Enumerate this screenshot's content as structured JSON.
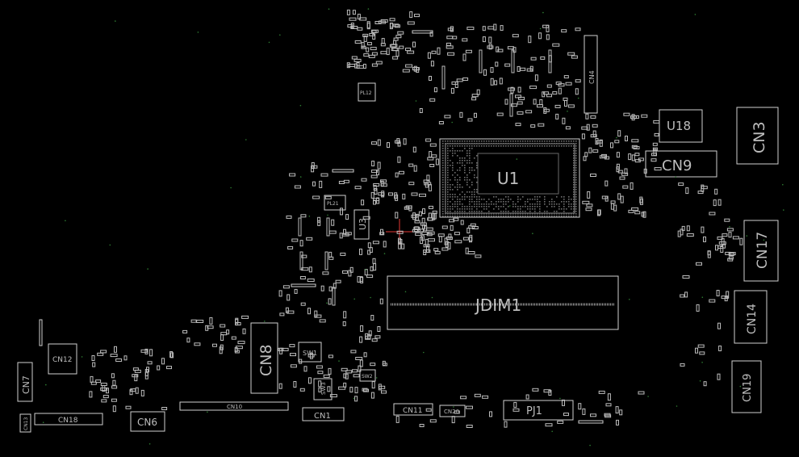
{
  "labels": {
    "u1": "U1",
    "jdim1": "JDIM1",
    "u18": "U18",
    "cn9": "CN9",
    "cn3": "CN3",
    "cn17": "CN17",
    "cn14": "CN14",
    "cn19": "CN19",
    "cn4": "CN4",
    "u3": "U3",
    "cn8": "CN8",
    "cn12": "CN12",
    "cn7": "CN7",
    "cn18": "CN18",
    "cn6": "CN6",
    "cn10": "CN10",
    "cn1": "CN1",
    "cn11": "CN11",
    "cn20": "CN20",
    "pj1": "PJ1",
    "sw1": "SW1",
    "sw2": "SW2",
    "sw3": "SW3",
    "cn13": "CN13",
    "pl12": "PL12",
    "pl21": "PL21"
  },
  "colors": {
    "background": "#000000",
    "silkscreen": "#bdbdbd",
    "via": "#2e7d32"
  }
}
